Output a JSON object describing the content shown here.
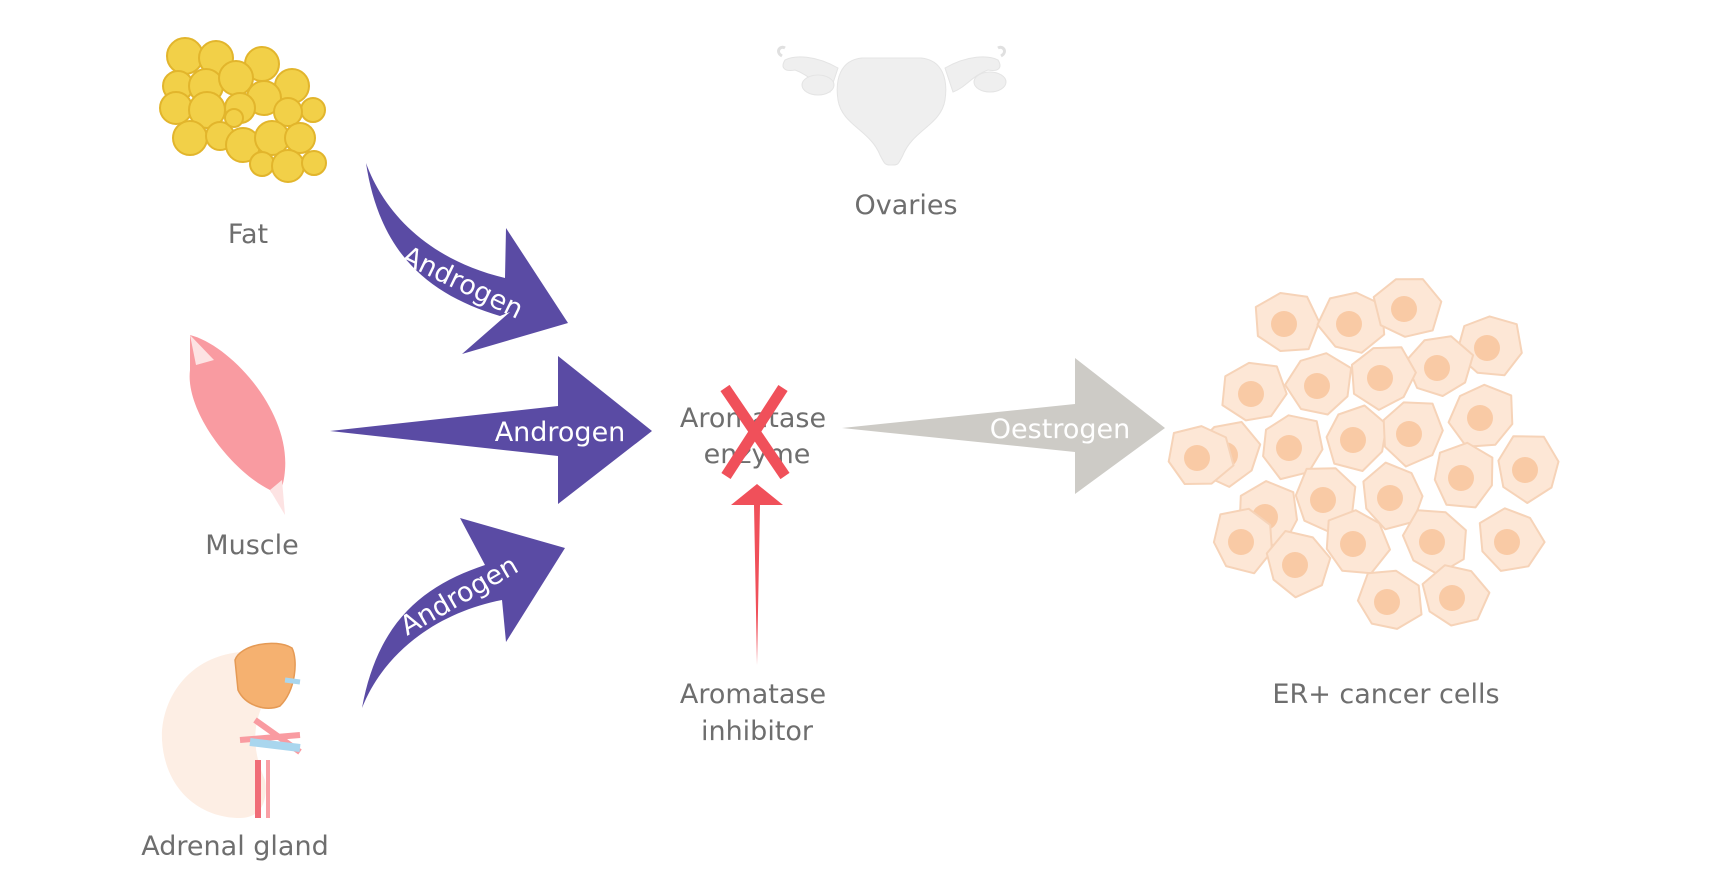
{
  "sources": {
    "fat": "Fat",
    "muscle": "Muscle",
    "adrenal": "Adrenal gland",
    "ovaries": "Ovaries"
  },
  "arrows": {
    "top": "Androgen",
    "middle": "Androgen",
    "bottom": "Androgen",
    "oestrogen": "Oestrogen"
  },
  "enzyme": {
    "line1": "Aromatase",
    "line2": "enzyme"
  },
  "inhibitor": {
    "line1": "Aromatase",
    "line2": "inhibitor"
  },
  "target": "ER+ cancer cells",
  "colors": {
    "androgen": "#5a4ba4",
    "oestrogen": "#cdcbc6",
    "inhibitor": "#f0505a",
    "fat": "#f2d048",
    "muscle": "#f99ba1",
    "cells": "#fde7d6",
    "nucleus": "#f9caa5",
    "ovaries": "#efefef"
  }
}
